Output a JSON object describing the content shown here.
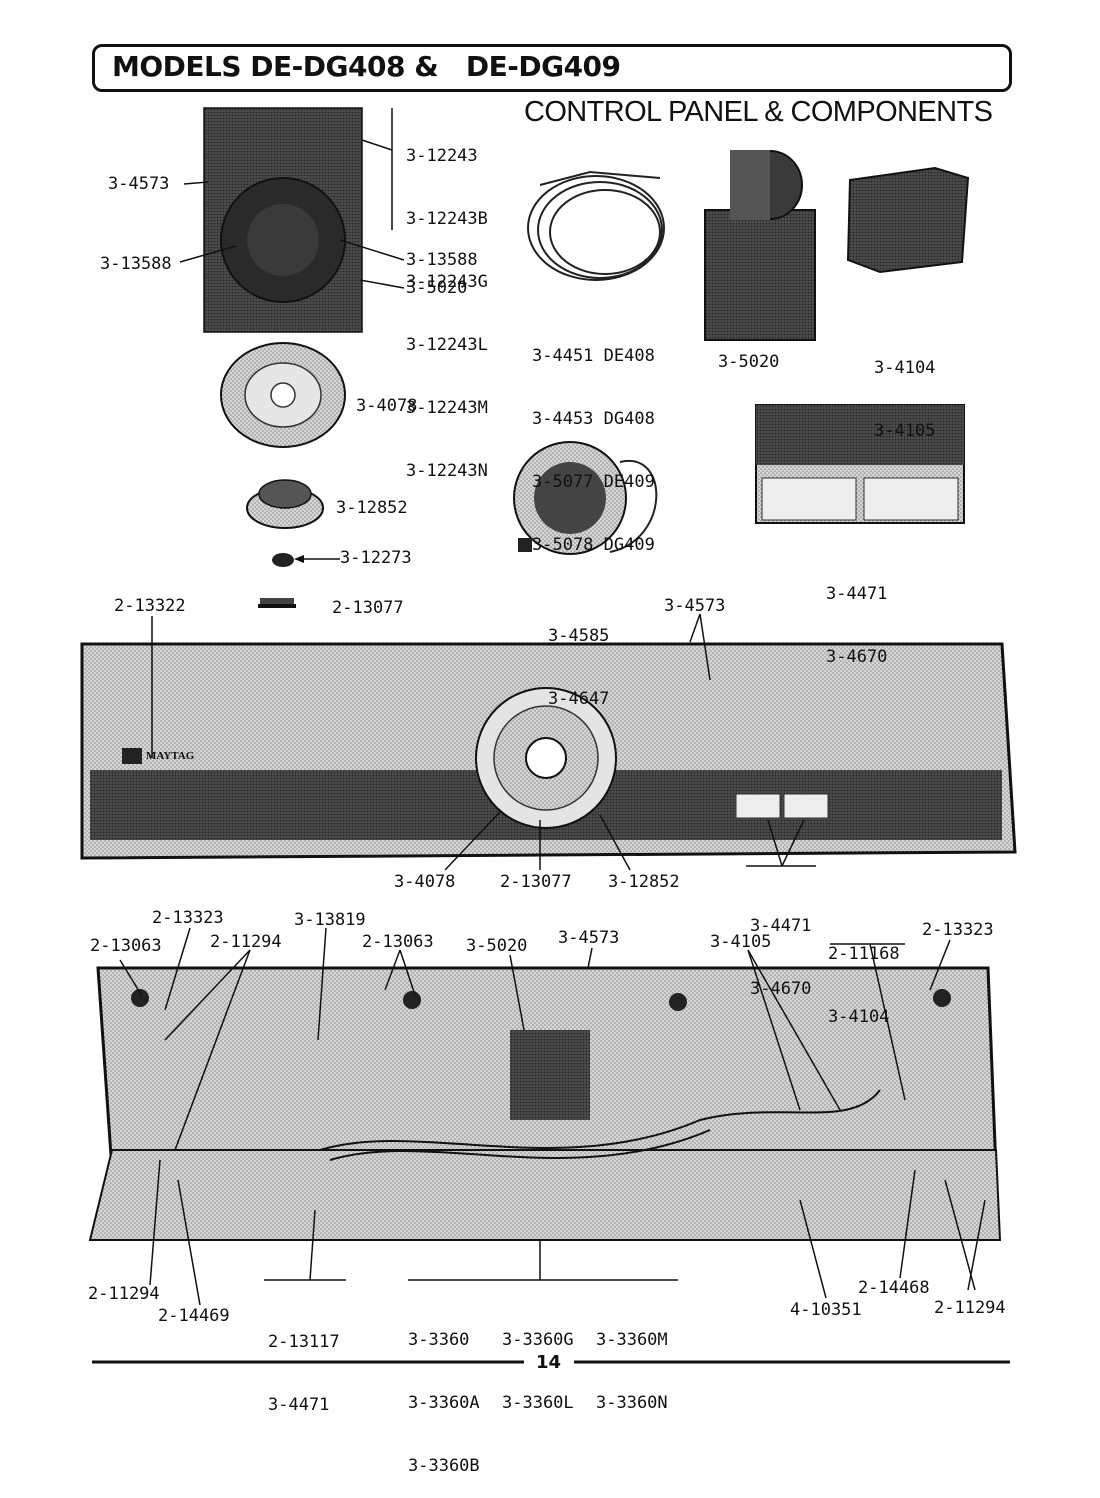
{
  "header": {
    "title": "MODELS DE-DG408 &   DE-DG409",
    "subtitle": "CONTROL PANEL & COMPONENTS"
  },
  "brand": {
    "logo_text": "MAYTAG"
  },
  "labels": {
    "l_4573_a": "3-4573",
    "l_12243_group": [
      "3-12243",
      "3-12243B",
      "3-12243G",
      "3-12243L",
      "3-12243M",
      "3-12243N"
    ],
    "l_13588_a": "3-13588",
    "l_13588_b": "3-13588",
    "l_5020_a": "3-5020",
    "l_4078_a": "3-4078",
    "l_12852_a": "3-12852",
    "l_12273": "3-12273",
    "l_13322": "2-13322",
    "l_13077_a": "2-13077",
    "l_harness_group": [
      "3-4451 DE408",
      "3-4453 DG408",
      "3-5077 DE409",
      "3-5078 DG409"
    ],
    "l_5020_b": "3-5020",
    "l_4104_group": [
      "3-4104",
      "3-4105"
    ],
    "l_4585_group": [
      "3-4585",
      "3-4647"
    ],
    "l_4471_group_a": [
      "3-4471",
      "3-4670"
    ],
    "l_4573_b": "3-4573",
    "l_4078_b": "3-4078",
    "l_13077_b": "2-13077",
    "l_12852_b": "3-12852",
    "l_4471_group_b": [
      "3-4471",
      "3-4670"
    ],
    "l_13323_a": "2-13323",
    "l_13063_a": "2-13063",
    "l_11294_a": "2-11294",
    "l_13819": "3-13819",
    "l_13063_b": "2-13063",
    "l_5020_c": "3-5020",
    "l_4573_c": "3-4573",
    "l_4105": "3-4105",
    "l_11168_group": [
      "2-11168",
      "3-4104"
    ],
    "l_13323_b": "2-13323",
    "l_11294_b": "2-11294",
    "l_14469": "2-14469",
    "l_13117_group": [
      "2-13117",
      "3-4471"
    ],
    "l_3360_col1": [
      "3-3360",
      "3-3360A",
      "3-3360B"
    ],
    "l_3360_col2": [
      "3-3360G",
      "3-3360L"
    ],
    "l_3360_col3": [
      "3-3360M",
      "3-3360N"
    ],
    "l_10351": "4-10351",
    "l_14468": "2-14468",
    "l_11294_c": "2-11294"
  },
  "page": {
    "number": "14"
  }
}
